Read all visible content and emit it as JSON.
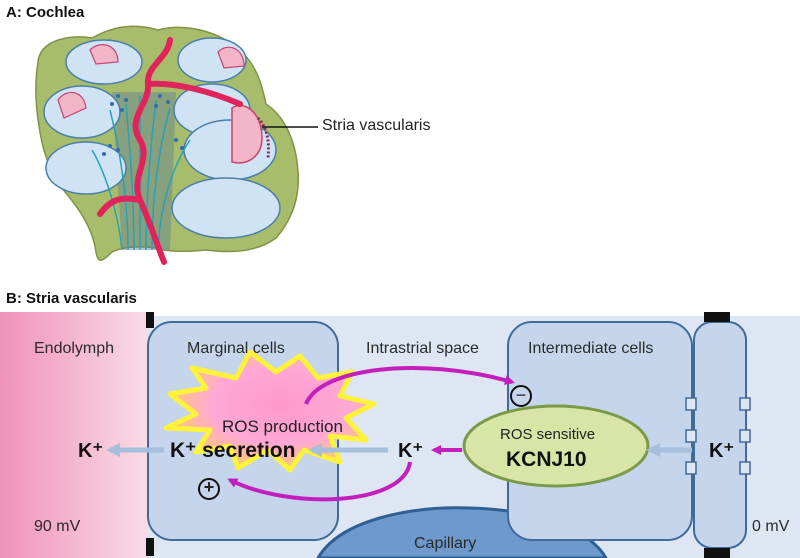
{
  "panel_a": {
    "heading": "A: Cochlea",
    "callout": "Stria vascularis"
  },
  "panel_b": {
    "heading": "B: Stria vascularis",
    "regions": {
      "endolymph": "Endolymph",
      "marginal_cells": "Marginal cells",
      "intrastrial_space": "Intrastrial space",
      "intermediate_cells": "Intermediate cells",
      "capillary": "Capillary"
    },
    "potentials": {
      "left": "90 mV",
      "right": "0 mV"
    },
    "ros_production": "ROS production",
    "k_secretion": "K⁺ secretion",
    "ros_sensitive": "ROS sensitive",
    "kcnj10": "KCNJ10",
    "k_ion": "K⁺",
    "minus_sign": "−",
    "plus_sign": "+",
    "colors": {
      "endolymph_gradient_start": "#f0a0c0",
      "endolymph_gradient_end": "#f7d3df",
      "intrastrial_bg": "#dde6f2",
      "cell_fill": "#c5d6ec",
      "cell_stroke": "#3f6a9a",
      "kcnj10_fill": "#d7e6a6",
      "kcnj10_stroke": "#7a9a4a",
      "arrow_magenta": "#c21fbd",
      "arrow_blue": "#a6bfdc",
      "burst_yellow": "#fff23a",
      "cochlea_green": "#a8bd6b",
      "cochlea_blue": "#cfe3f5",
      "vessel_red": "#e0245b",
      "nerve_teal": "#2aa1b3"
    }
  }
}
